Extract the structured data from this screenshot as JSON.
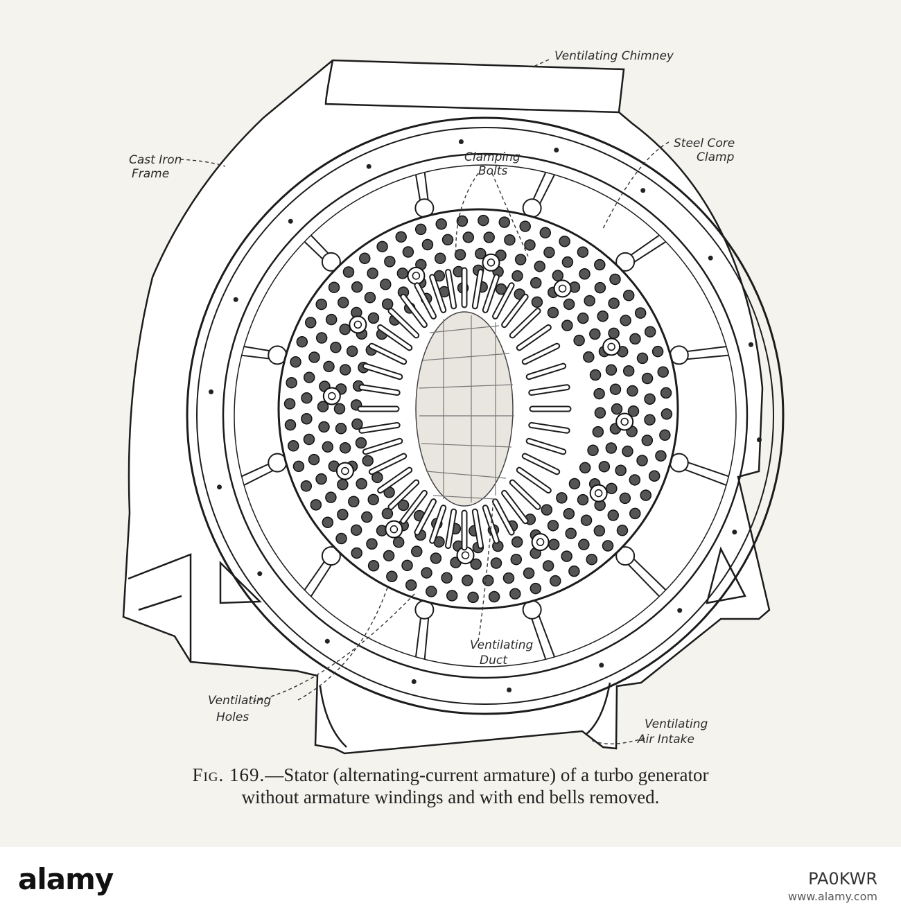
{
  "labels": {
    "chimney": "Ventilating Chimney",
    "frame_1": "Cast Iron",
    "frame_2": "Frame",
    "clamping_1": "Clamping",
    "clamping_2": "Bolts",
    "steel_1": "Steel Core",
    "steel_2": "Clamp",
    "duct_1": "Ventilating",
    "duct_2": "Duct",
    "holes_1": "Ventilating",
    "holes_2": "Holes",
    "intake_1": "Ventilating",
    "intake_2": "Air Intake"
  },
  "caption": {
    "fig_label": "Fig. 169.",
    "line1": "—Stator (alternating-current armature) of a turbo generator",
    "line2": "without armature windings and with end bells removed."
  },
  "footer": {
    "logo": "alamy",
    "image_id": "PA0KWR",
    "site": "www.alamy.com"
  }
}
